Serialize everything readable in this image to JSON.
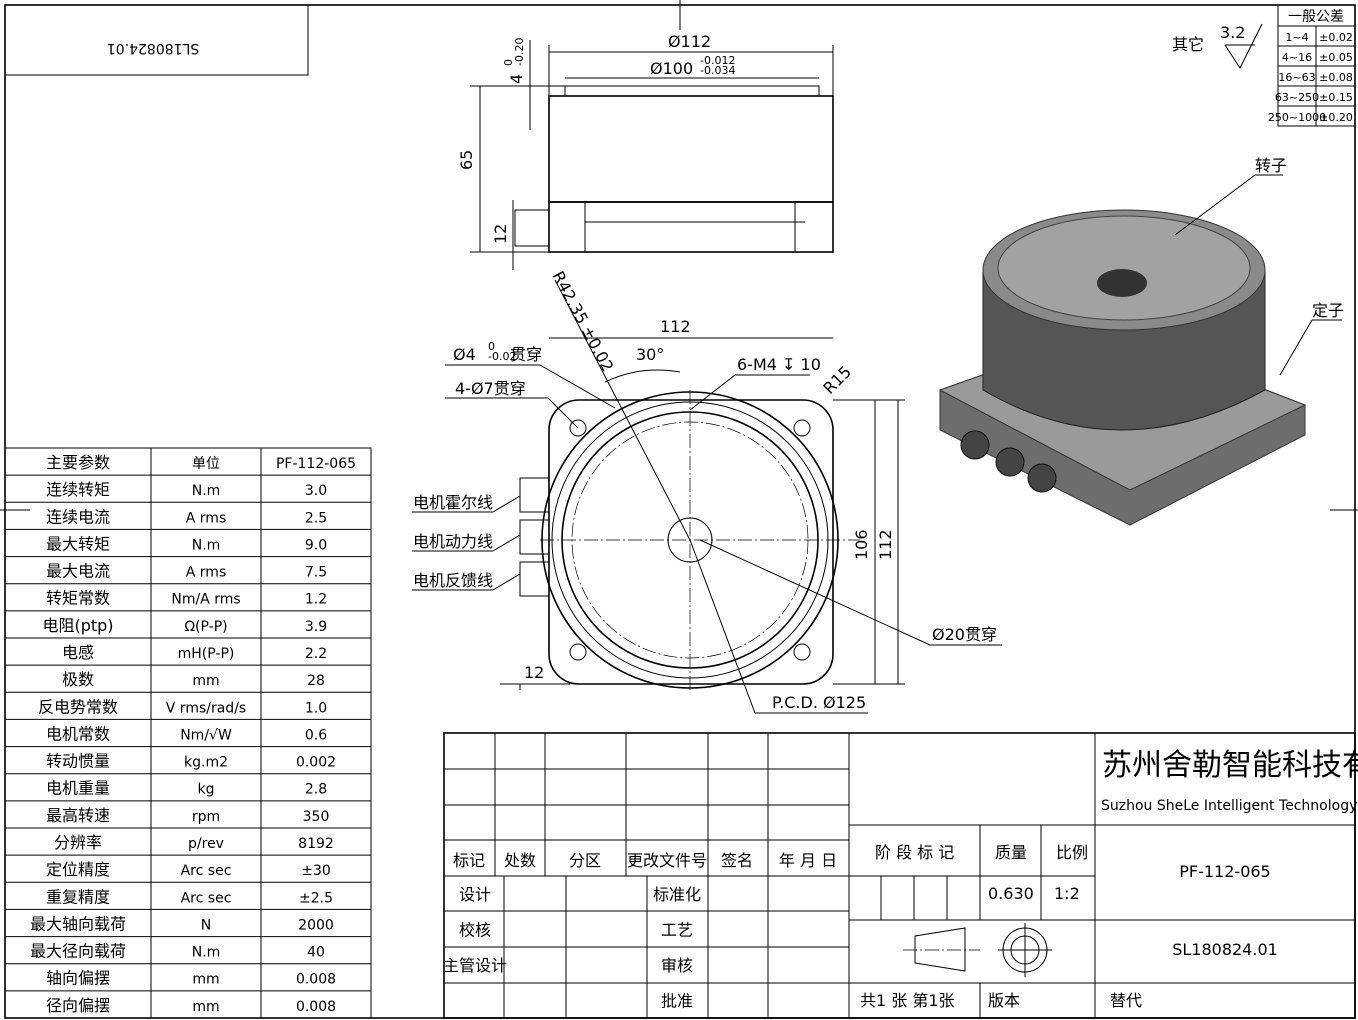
{
  "drawing_number_box": "SL180824.01",
  "tolerance": {
    "title": "一般公差",
    "rows": [
      [
        "1~4",
        "±0.02"
      ],
      [
        "4~16",
        "±0.05"
      ],
      [
        "16~63",
        "±0.08"
      ],
      [
        "63~250",
        "±0.15"
      ],
      [
        "250~1000",
        "±0.20"
      ]
    ],
    "other_label": "其它",
    "roughness": "3.2"
  },
  "params": {
    "header": [
      "主要参数",
      "单位",
      "PF-112-065"
    ],
    "rows": [
      [
        "连续转矩",
        "N.m",
        "3.0"
      ],
      [
        "连续电流",
        "A rms",
        "2.5"
      ],
      [
        "最大转矩",
        "N.m",
        "9.0"
      ],
      [
        "最大电流",
        "A rms",
        "7.5"
      ],
      [
        "转矩常数",
        "Nm/A rms",
        "1.2"
      ],
      [
        "电阻(ptp)",
        "Ω(P-P)",
        "3.9"
      ],
      [
        "电感",
        "mH(P-P)",
        "2.2"
      ],
      [
        "极数",
        "mm",
        "28"
      ],
      [
        "反电势常数",
        "V rms/rad/s",
        "1.0"
      ],
      [
        "电机常数",
        "Nm/√W",
        "0.6"
      ],
      [
        "转动惯量",
        "kg.m2",
        "0.002"
      ],
      [
        "电机重量",
        "kg",
        "2.8"
      ],
      [
        "最高转速",
        "rpm",
        "350"
      ],
      [
        "分辨率",
        "p/rev",
        "8192"
      ],
      [
        "定位精度",
        "Arc sec",
        "±30"
      ],
      [
        "重复精度",
        "Arc sec",
        "±2.5"
      ],
      [
        "最大轴向载荷",
        "N",
        "2000"
      ],
      [
        "最大径向载荷",
        "N.m",
        "40"
      ],
      [
        "轴向偏摆",
        "mm",
        "0.008"
      ],
      [
        "径向偏摆",
        "mm",
        "0.008"
      ]
    ]
  },
  "dims": {
    "d112": "Ø112",
    "d100": "Ø100",
    "d100_tol_up": "-0.012",
    "d100_tol_lo": "-0.034",
    "h4": "4",
    "h4_tol_up": "0",
    "h4_tol_lo": "-0.20",
    "h65": "65",
    "h12": "12",
    "r42": "R42.35 ±0.02",
    "w112": "112",
    "a30": "30°",
    "m4": "6-M4 ↧ 10",
    "r15": "R15",
    "pin": "Ø4",
    "pin_tol_up": "0",
    "pin_tol_lo": "-0.02",
    "pin_suffix": "贯穿",
    "holes": "4-Ø7贯穿",
    "v106": "106",
    "v112": "112",
    "bottom12": "12",
    "bore": "Ø20贯穿",
    "pcd": "P.C.D. Ø125"
  },
  "cables": [
    "电机霍尔线",
    "电机动力线",
    "电机反馈线"
  ],
  "iso_labels": {
    "rotor": "转子",
    "stator": "定子"
  },
  "title_block": {
    "rev_headers": [
      "标记",
      "处数",
      "分区",
      "更改文件号",
      "签名",
      "年 月 日"
    ],
    "sign_rows": [
      [
        "设计",
        "标准化"
      ],
      [
        "校核",
        "工艺"
      ],
      [
        "主管设计",
        "审核"
      ],
      [
        "",
        "批准"
      ]
    ],
    "company_cn": "苏州舍勒智能科技有限公司",
    "company_en": "Suzhou SheLe Intelligent Technology Co., Ltd.",
    "stage_label": "阶 段 标 记",
    "mass_label": "质量",
    "scale_label": "比例",
    "mass": "0.630",
    "scale": "1:2",
    "model": "PF-112-065",
    "drawing_no": "SL180824.01",
    "sheets": "共1 张  第1张",
    "version_label": "版本",
    "replace_label": "替代"
  }
}
